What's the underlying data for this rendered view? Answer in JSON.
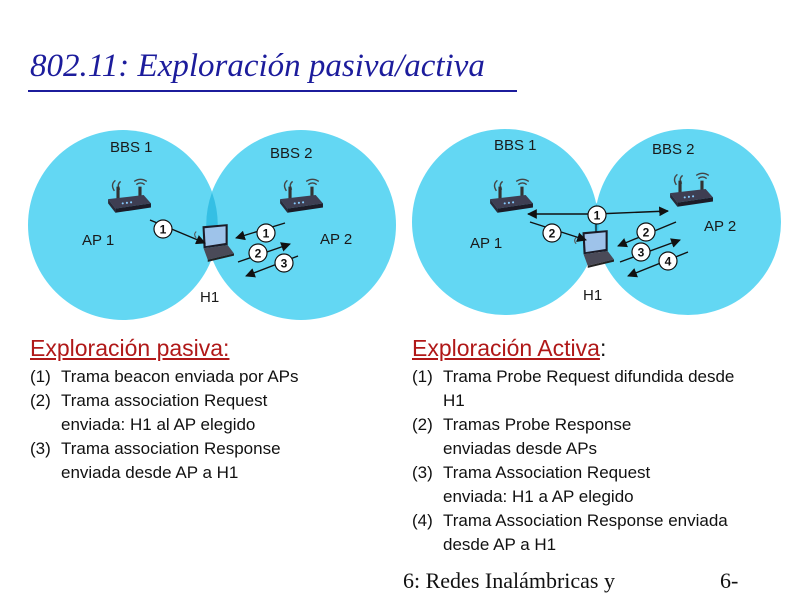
{
  "title": "802.11: Exploración pasiva/activa",
  "labels": {
    "bbs1": "BBS 1",
    "bbs2": "BBS 2",
    "ap1": "AP 1",
    "ap2": "AP 2",
    "h1": "H1"
  },
  "steps": {
    "s1": "1",
    "s2": "2",
    "s3": "3",
    "s4": "4"
  },
  "passive": {
    "heading": "Exploración pasiva:",
    "items": [
      {
        "num": "(1)",
        "text": "Trama beacon enviada por APs"
      },
      {
        "num": "(2)",
        "text": "Trama association Request enviada: H1 al AP elegido"
      },
      {
        "num": "(3)",
        "text": "Trama association Response enviada desde AP a H1"
      }
    ]
  },
  "active": {
    "heading": "Exploración Activa",
    "colon": ":",
    "items": [
      {
        "num": "(1)",
        "text": "Trama Probe Request difundida desde H1"
      },
      {
        "num": "(2)",
        "text": "Tramas Probe Response enviadas desde APs"
      },
      {
        "num": "(3)",
        "text": "Trama Association Request enviada: H1 a AP elegido"
      },
      {
        "num": "(4)",
        "text": "Trama Association Response enviada desde AP a H1"
      }
    ]
  },
  "footer": {
    "chapter": "6: Redes Inalámbricas y",
    "page": "6-"
  },
  "colors": {
    "title": "#1c1c9c",
    "bss_fill": "#63d7f3",
    "overlap": "#35bfe4",
    "panel_heading": "#b01818"
  }
}
